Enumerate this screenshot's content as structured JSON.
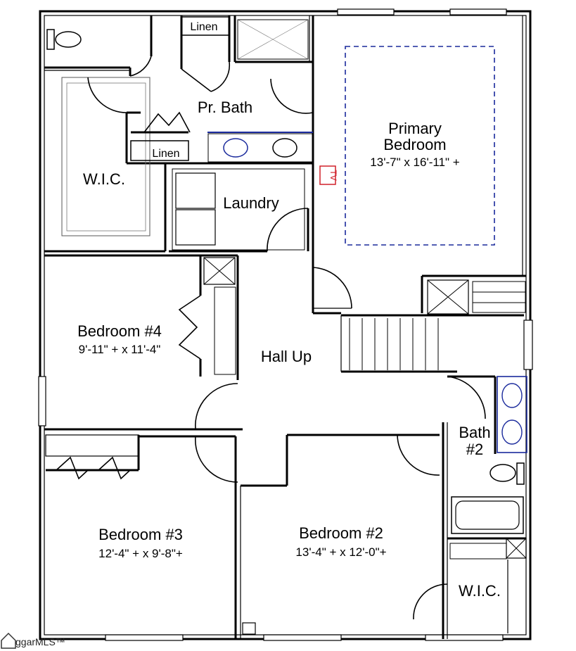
{
  "rooms": {
    "linen_top": "Linen",
    "pr_bath": "Pr. Bath",
    "linen_bottom": "Linen",
    "primary_line1": "Primary",
    "primary_line2": "Bedroom",
    "primary_dims": "13'-7\" x 16'-11\" +",
    "tv": "TV",
    "wic_left": "W.I.C.",
    "laundry": "Laundry",
    "bed4": "Bedroom #4",
    "bed4_dims": "9'-11\" + x 11'-4\"",
    "hall": "Hall Up",
    "bath2_line1": "Bath",
    "bath2_line2": "#2",
    "bed3": "Bedroom #3",
    "bed3_dims": "12'-4\" + x 9'-8\"+",
    "bed2": "Bedroom #2",
    "bed2_dims": "13'-4\" + x 12'-0\"+",
    "wic_right": "W.I.C."
  },
  "watermark": "ggarMLS™",
  "colors": {
    "wall": "#000000",
    "fixture": "#1a2a9c",
    "tv": "#d0202a",
    "dashed": "#1a2a9c"
  }
}
